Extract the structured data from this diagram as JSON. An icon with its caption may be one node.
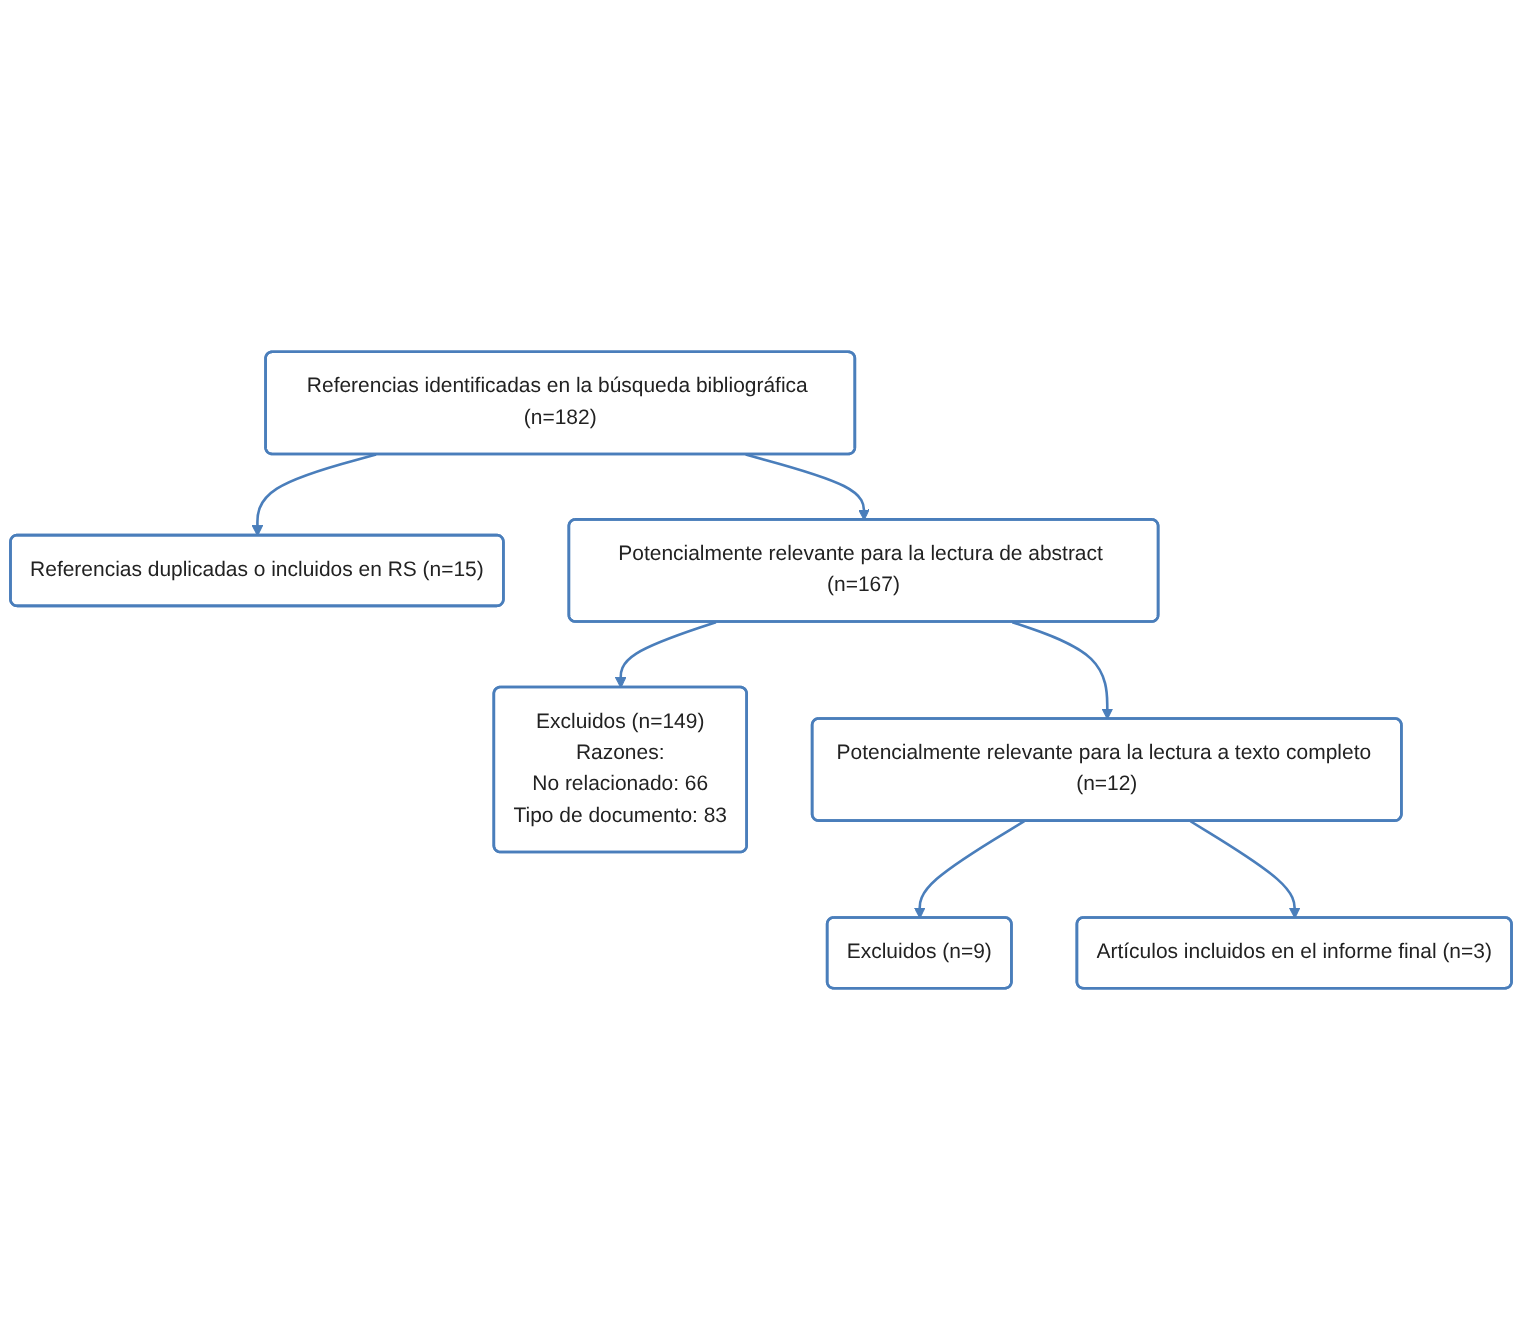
{
  "diagram": {
    "nodes": [
      {
        "text": [
          "Referencias identificadas en la búsqueda bibliográfica (n=182)"
        ]
      },
      {
        "text": [
          "Referencias duplicadas o incluidos en RS (n=15)"
        ]
      },
      {
        "text": [
          "Potencialmente relevante para la lectura de abstract (n=167)"
        ]
      },
      {
        "text": [
          "Excluidos (n=149)",
          "Razones:",
          "No relacionado: 66",
          "Tipo de documento: 83"
        ]
      },
      {
        "text": [
          "Potencialmente relevante para la lectura a texto completo (n=12)"
        ]
      },
      {
        "text": [
          "Excluidos (n=9)"
        ]
      },
      {
        "text": [
          "Artículos incluidos en el informe final (n=3)"
        ]
      }
    ],
    "edges": [
      {
        "from": 0,
        "to": 1,
        "arrow": "to"
      },
      {
        "from": 0,
        "to": 2,
        "arrow": "to"
      },
      {
        "from": 2,
        "to": 3,
        "arrow": "to"
      },
      {
        "from": 2,
        "to": 4,
        "arrow": "to"
      },
      {
        "from": 4,
        "to": 5,
        "arrow": "to"
      },
      {
        "from": 4,
        "to": 6,
        "arrow": "to"
      }
    ]
  }
}
